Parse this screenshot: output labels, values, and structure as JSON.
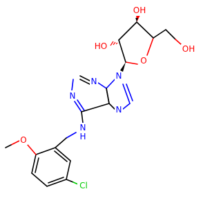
{
  "molecule": {
    "atom_labels": {
      "oh_top": "OH",
      "ho_left": "HO",
      "oh_right": "OH",
      "o_ring": "O",
      "n9": "N",
      "n1": "N",
      "n3": "N",
      "n7": "N",
      "nh_line1": "N",
      "nh_line2": "H",
      "o_methoxy": "O",
      "cl": "Cl"
    },
    "colors": {
      "carbon": "#000000",
      "nitrogen": "#0000ff",
      "oxygen": "#ff0000",
      "chlorine": "#00cc00"
    }
  }
}
